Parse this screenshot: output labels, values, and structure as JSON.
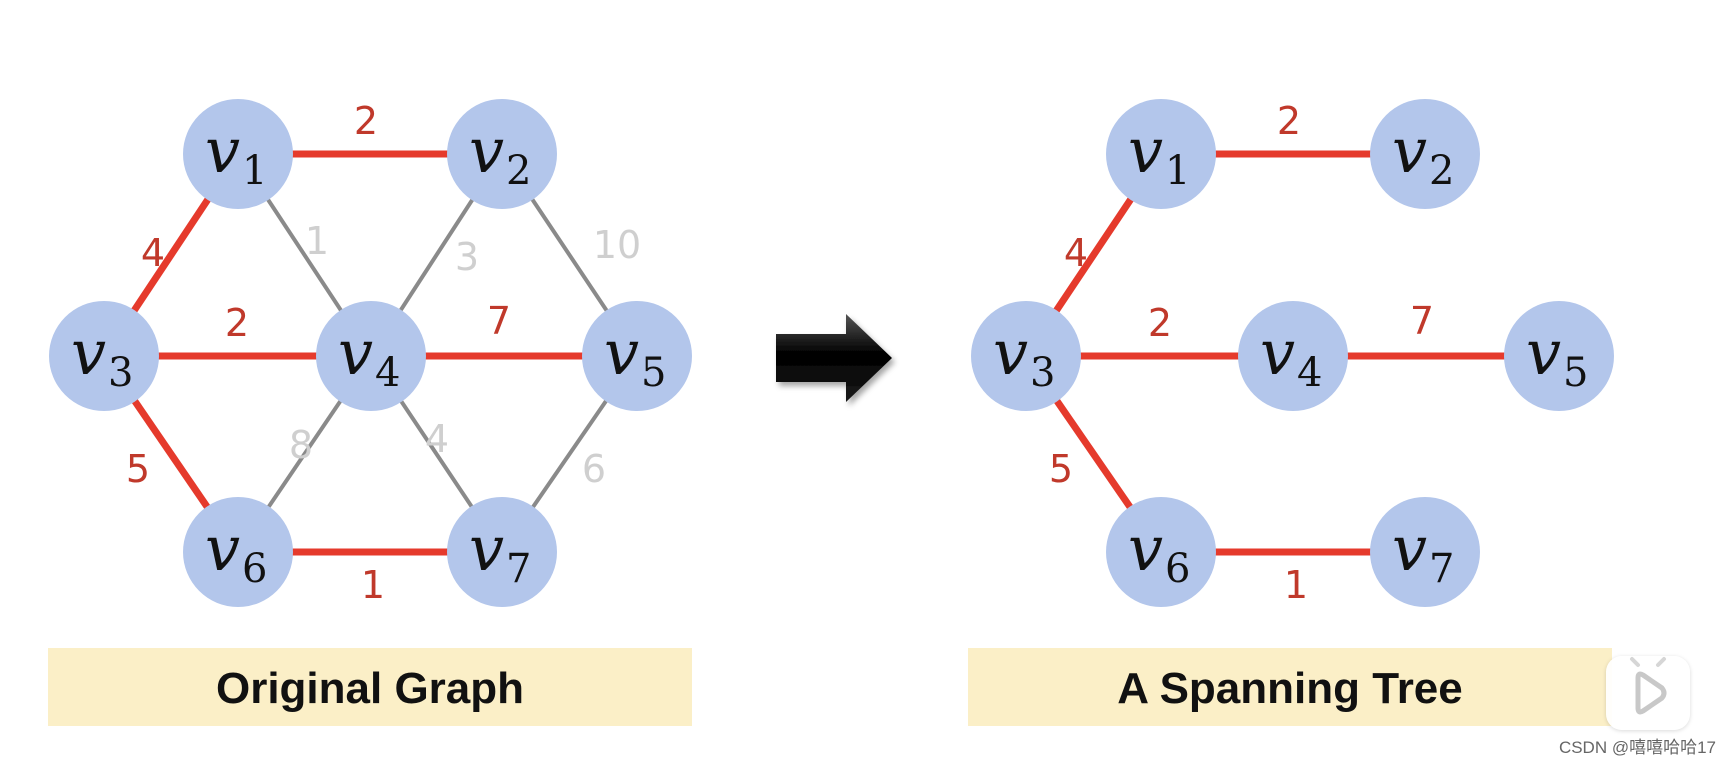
{
  "colors": {
    "node_fill": "#b3c6eb",
    "tree_edge": "#e53a2c",
    "other_edge": "#8a8a8a",
    "tree_weight": "#c0392b",
    "other_weight": "#cfcfcf",
    "caption_bg": "#fbefc7"
  },
  "graphs": {
    "original": {
      "caption": "Original Graph",
      "nodes": [
        {
          "id": "v1",
          "letter": "v",
          "sub": "1"
        },
        {
          "id": "v2",
          "letter": "v",
          "sub": "2"
        },
        {
          "id": "v3",
          "letter": "v",
          "sub": "3"
        },
        {
          "id": "v4",
          "letter": "v",
          "sub": "4"
        },
        {
          "id": "v5",
          "letter": "v",
          "sub": "5"
        },
        {
          "id": "v6",
          "letter": "v",
          "sub": "6"
        },
        {
          "id": "v7",
          "letter": "v",
          "sub": "7"
        }
      ],
      "edges": [
        {
          "from": "v1",
          "to": "v2",
          "weight": "2",
          "in_tree": true
        },
        {
          "from": "v1",
          "to": "v3",
          "weight": "4",
          "in_tree": true
        },
        {
          "from": "v1",
          "to": "v4",
          "weight": "1",
          "in_tree": false
        },
        {
          "from": "v2",
          "to": "v4",
          "weight": "3",
          "in_tree": false
        },
        {
          "from": "v2",
          "to": "v5",
          "weight": "10",
          "in_tree": false
        },
        {
          "from": "v3",
          "to": "v4",
          "weight": "2",
          "in_tree": true
        },
        {
          "from": "v4",
          "to": "v5",
          "weight": "7",
          "in_tree": true
        },
        {
          "from": "v3",
          "to": "v6",
          "weight": "5",
          "in_tree": true
        },
        {
          "from": "v4",
          "to": "v6",
          "weight": "8",
          "in_tree": false
        },
        {
          "from": "v4",
          "to": "v7",
          "weight": "4",
          "in_tree": false
        },
        {
          "from": "v5",
          "to": "v7",
          "weight": "6",
          "in_tree": false
        },
        {
          "from": "v6",
          "to": "v7",
          "weight": "1",
          "in_tree": true
        }
      ]
    },
    "tree": {
      "caption": "A Spanning Tree",
      "nodes": [
        {
          "id": "v1",
          "letter": "v",
          "sub": "1"
        },
        {
          "id": "v2",
          "letter": "v",
          "sub": "2"
        },
        {
          "id": "v3",
          "letter": "v",
          "sub": "3"
        },
        {
          "id": "v4",
          "letter": "v",
          "sub": "4"
        },
        {
          "id": "v5",
          "letter": "v",
          "sub": "5"
        },
        {
          "id": "v6",
          "letter": "v",
          "sub": "6"
        },
        {
          "id": "v7",
          "letter": "v",
          "sub": "7"
        }
      ],
      "edges": [
        {
          "from": "v1",
          "to": "v2",
          "weight": "2",
          "in_tree": true
        },
        {
          "from": "v1",
          "to": "v3",
          "weight": "4",
          "in_tree": true
        },
        {
          "from": "v3",
          "to": "v4",
          "weight": "2",
          "in_tree": true
        },
        {
          "from": "v4",
          "to": "v5",
          "weight": "7",
          "in_tree": true
        },
        {
          "from": "v3",
          "to": "v6",
          "weight": "5",
          "in_tree": true
        },
        {
          "from": "v6",
          "to": "v7",
          "weight": "1",
          "in_tree": true
        }
      ]
    }
  },
  "watermark": "CSDN @嘻嘻哈哈17",
  "icons": {
    "arrow": "right-arrow-icon",
    "play": "play-icon"
  }
}
